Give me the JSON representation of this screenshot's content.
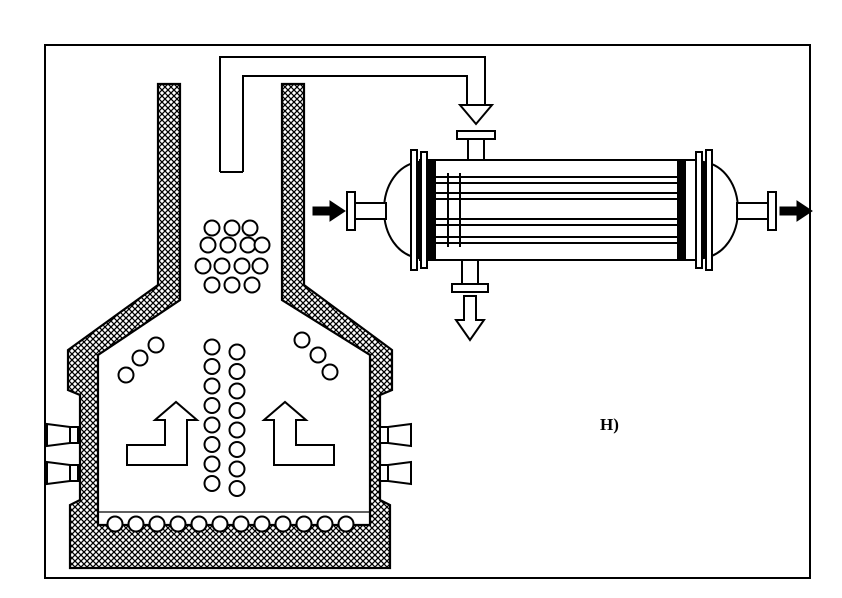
{
  "figure": {
    "panel_label": "H)"
  },
  "colors": {
    "line": "#000000",
    "background": "#ffffff"
  },
  "icons": {
    "hatch": "crosshatch-refractory-lining",
    "particle": "circle-particle",
    "flow": "hollow-arrow",
    "stream": "solid-arrow"
  }
}
